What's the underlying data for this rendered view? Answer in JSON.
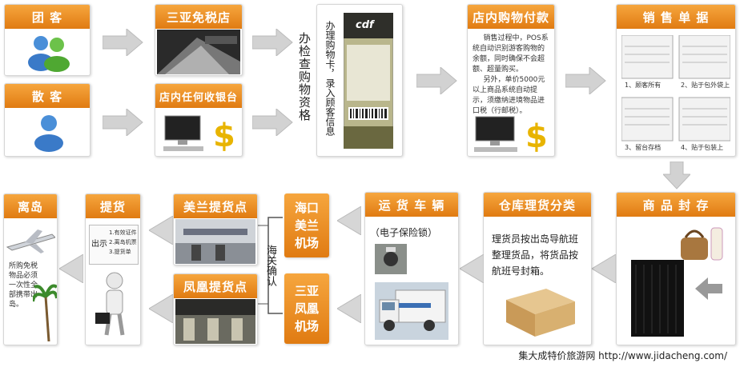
{
  "steps": {
    "group": "团 客",
    "individual": "散 客",
    "sanya_dfs": "三亚免税店",
    "any_counter": "店内任何收银台",
    "verify": "办检查购物资格",
    "card_note": "办理购物卡，录入顾客信息",
    "in_store_pay": "店内购物付款",
    "pay_note_1": "销售过程中，POS系统自动识别游客购物的余额，同时确保不会超额、超量购买。",
    "pay_note_2": "另外，单价5000元以上商品系统自动提示，须缴纳进境物品进口税（行邮税）。",
    "receipt": "销 售 单 据",
    "receipt_labels": [
      "1、顾客所有",
      "2、贴于包外袋上",
      "3、留台存档",
      "4、贴于包装上"
    ],
    "seal": "商 品 封 存",
    "warehouse": "仓库理货分类",
    "warehouse_note": "理货员按出岛导航班整理货品，将货品按航班号封箱。",
    "vehicle": "运 货 车 辆",
    "vehicle_note": "（电子保险锁）",
    "haikou": "海口美兰机场",
    "sanya_airport": "三亚凤凰机场",
    "customs": "海关确认",
    "meilan_pickup": "美兰提货点",
    "fenghuang_pickup": "凤凰提货点",
    "pickup": "提货",
    "pickup_sign": "出示",
    "pickup_list": [
      "1.有效证件",
      "2.离岛机票",
      "3.提货单"
    ],
    "leave": "离岛",
    "leave_note": "所购免税物品必须一次性全部携带出岛。",
    "card_brand": "cdf"
  },
  "footer": "集大成特价旅游网  http://www.jidacheng.com/",
  "colors": {
    "header": "#e98a1d",
    "arrow": "#c8c8c8"
  }
}
